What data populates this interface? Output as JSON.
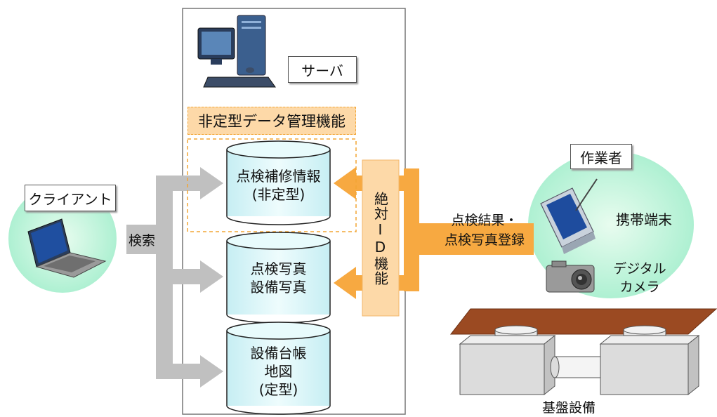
{
  "server": {
    "label": "サーバ",
    "icon": "desktop-computer-icon"
  },
  "data_mgmt": {
    "label": "非定型データ管理機能"
  },
  "databases": [
    {
      "lines": [
        "点検補修情報",
        "(非定型)"
      ]
    },
    {
      "lines": [
        "点検写真",
        "設備写真"
      ]
    },
    {
      "lines": [
        "設備台帳",
        "地図",
        "(定型)"
      ]
    }
  ],
  "client": {
    "label": "クライアント",
    "icon": "laptop-icon"
  },
  "search": {
    "label": "検索"
  },
  "absolute_id": {
    "label": "絶対ID機能"
  },
  "register": {
    "line1": "点検結果・",
    "line2": "点検写真登録"
  },
  "worker": {
    "label": "作業者"
  },
  "mobile": {
    "label": "携帯端末",
    "icon": "pda-icon"
  },
  "camera": {
    "line1": "デジタル",
    "line2": "カメラ",
    "icon": "camera-icon"
  },
  "infrastructure": {
    "label": "基盤設備"
  },
  "colors": {
    "gray_arrow": "#c0c0c0",
    "orange_arrow": "#f7a941",
    "orange_box": "#fdd9a8",
    "cyan_circle": "#c8f5dc",
    "db_fill": "#dff7f9"
  }
}
